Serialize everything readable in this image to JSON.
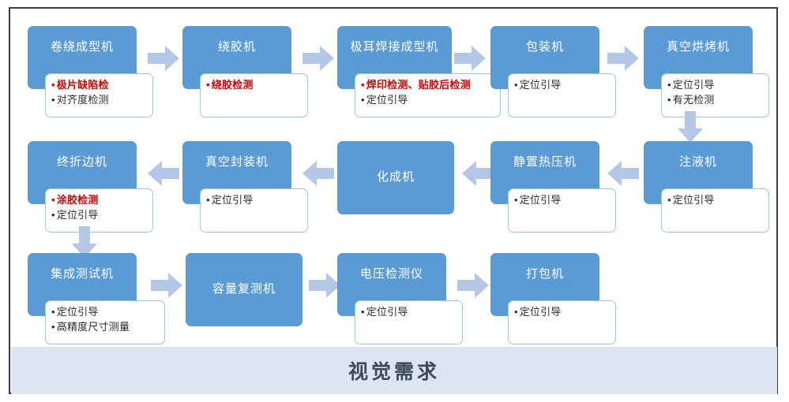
{
  "diagram": {
    "title": "视觉需求",
    "colors": {
      "block": "#5b9bd5",
      "arrow": "#b4c7e7",
      "highlight": "#d50000",
      "footer_bg": "#dde4f2",
      "body_border": "#9cc3e5"
    },
    "rows": [
      {
        "row_id": "row-1",
        "direction": "right",
        "stages": [
          {
            "name": "卷绕成型机",
            "items": [
              {
                "text": "极片缺陷检",
                "highlight": true
              },
              {
                "text": "对齐度检测",
                "highlight": false
              }
            ]
          },
          {
            "name": "绕胶机",
            "items": [
              {
                "text": "绕胶检测",
                "highlight": true
              }
            ]
          },
          {
            "name": "极耳焊接成型机",
            "items": [
              {
                "text": "焊印检测、贴胶后检测",
                "highlight": true
              },
              {
                "text": "定位引导",
                "highlight": false
              }
            ]
          },
          {
            "name": "包装机",
            "items": [
              {
                "text": "定位引导",
                "highlight": false
              }
            ]
          },
          {
            "name": "真空烘烤机",
            "items": [
              {
                "text": "定位引导",
                "highlight": false
              },
              {
                "text": "有无检测",
                "highlight": false
              }
            ]
          }
        ]
      },
      {
        "row_id": "row-2",
        "direction": "left",
        "stages": [
          {
            "name": "终折边机",
            "items": [
              {
                "text": "涂胶检测",
                "highlight": true
              },
              {
                "text": "定位引导",
                "highlight": false
              }
            ]
          },
          {
            "name": "真空封装机",
            "items": [
              {
                "text": "定位引导",
                "highlight": false
              }
            ]
          },
          {
            "name": "化成机",
            "items": []
          },
          {
            "name": "静置热压机",
            "items": [
              {
                "text": "定位引导",
                "highlight": false
              }
            ]
          },
          {
            "name": "注液机",
            "items": [
              {
                "text": "定位引导",
                "highlight": false
              }
            ]
          }
        ]
      },
      {
        "row_id": "row-3",
        "direction": "right",
        "stages": [
          {
            "name": "集成测试机",
            "items": [
              {
                "text": "定位引导",
                "highlight": false
              },
              {
                "text": "高精度尺寸测量",
                "highlight": false
              }
            ]
          },
          {
            "name": "容量复测机",
            "items": []
          },
          {
            "name": "电压检测仪",
            "items": [
              {
                "text": "定位引导",
                "highlight": false
              }
            ]
          },
          {
            "name": "打包机",
            "items": [
              {
                "text": "定位引导",
                "highlight": false
              }
            ]
          }
        ]
      }
    ],
    "connectors": [
      {
        "id": "r1-a1",
        "kind": "right-arrow"
      },
      {
        "id": "r1-a2",
        "kind": "right-arrow"
      },
      {
        "id": "r1-a3",
        "kind": "right-arrow"
      },
      {
        "id": "r1-a4",
        "kind": "right-arrow"
      },
      {
        "id": "r1-to-r2",
        "kind": "down-arrow"
      },
      {
        "id": "r2-a1",
        "kind": "left-arrow"
      },
      {
        "id": "r2-a2",
        "kind": "left-arrow"
      },
      {
        "id": "r2-a3",
        "kind": "left-arrow"
      },
      {
        "id": "r2-a4",
        "kind": "left-arrow"
      },
      {
        "id": "r2-to-r3",
        "kind": "down-arrow"
      },
      {
        "id": "r3-a1",
        "kind": "right-arrow"
      },
      {
        "id": "r3-a2",
        "kind": "right-arrow"
      },
      {
        "id": "r3-a3",
        "kind": "right-arrow"
      }
    ]
  }
}
